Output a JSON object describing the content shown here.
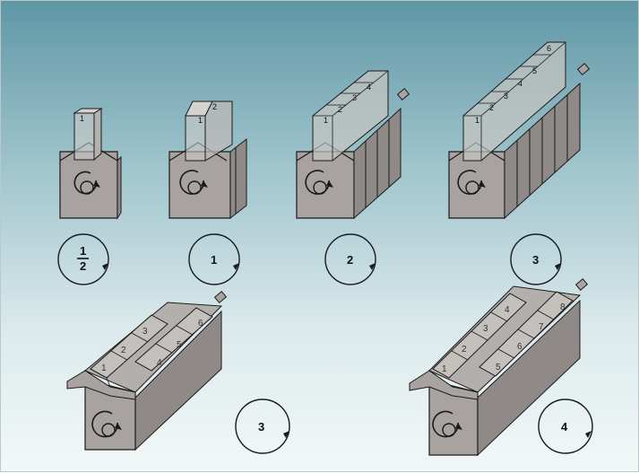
{
  "engines": [
    {
      "id": "inline-1",
      "cylinders": [
        "1"
      ],
      "revolution_label": {
        "numerator": "1",
        "denominator": "2"
      }
    },
    {
      "id": "inline-2",
      "cylinders": [
        "1",
        "2"
      ],
      "revolution_label": "1"
    },
    {
      "id": "inline-4",
      "cylinders": [
        "1",
        "2",
        "3",
        "4"
      ],
      "revolution_label": "2"
    },
    {
      "id": "inline-6",
      "cylinders": [
        "1",
        "2",
        "3",
        "4",
        "5",
        "6"
      ],
      "revolution_label": "3"
    },
    {
      "id": "v6",
      "cylinders": [
        "1",
        "2",
        "3",
        "4",
        "5",
        "6"
      ],
      "revolution_label": "3"
    },
    {
      "id": "v8",
      "cylinders": [
        "1",
        "2",
        "3",
        "4",
        "5",
        "6",
        "7",
        "8"
      ],
      "revolution_label": "4"
    }
  ],
  "colors": {
    "block": "#a8a3a0",
    "block_side": "#8f8a87",
    "block_top": "#c4c0bd",
    "outline": "#1a1a1a",
    "bg_top": "#5f97a6",
    "bg_bottom": "#f3f8f8"
  }
}
